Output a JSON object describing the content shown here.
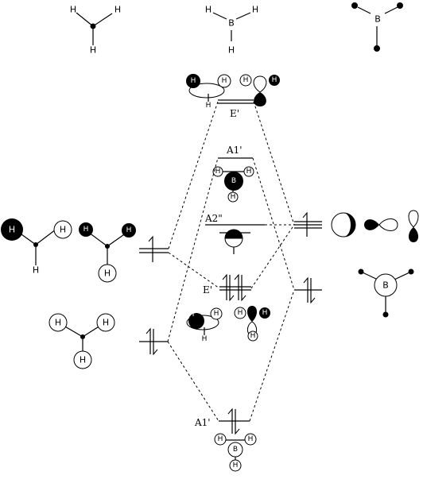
{
  "atoms": {
    "hydrogen": "H",
    "boron": "B"
  },
  "levels": {
    "e_prime_antibonding": "E'",
    "a1_prime_antibonding": "A1'",
    "a2_double_prime": "A2\"",
    "e_prime_bonding": "E'",
    "a1_prime_bonding": "A1'"
  }
}
